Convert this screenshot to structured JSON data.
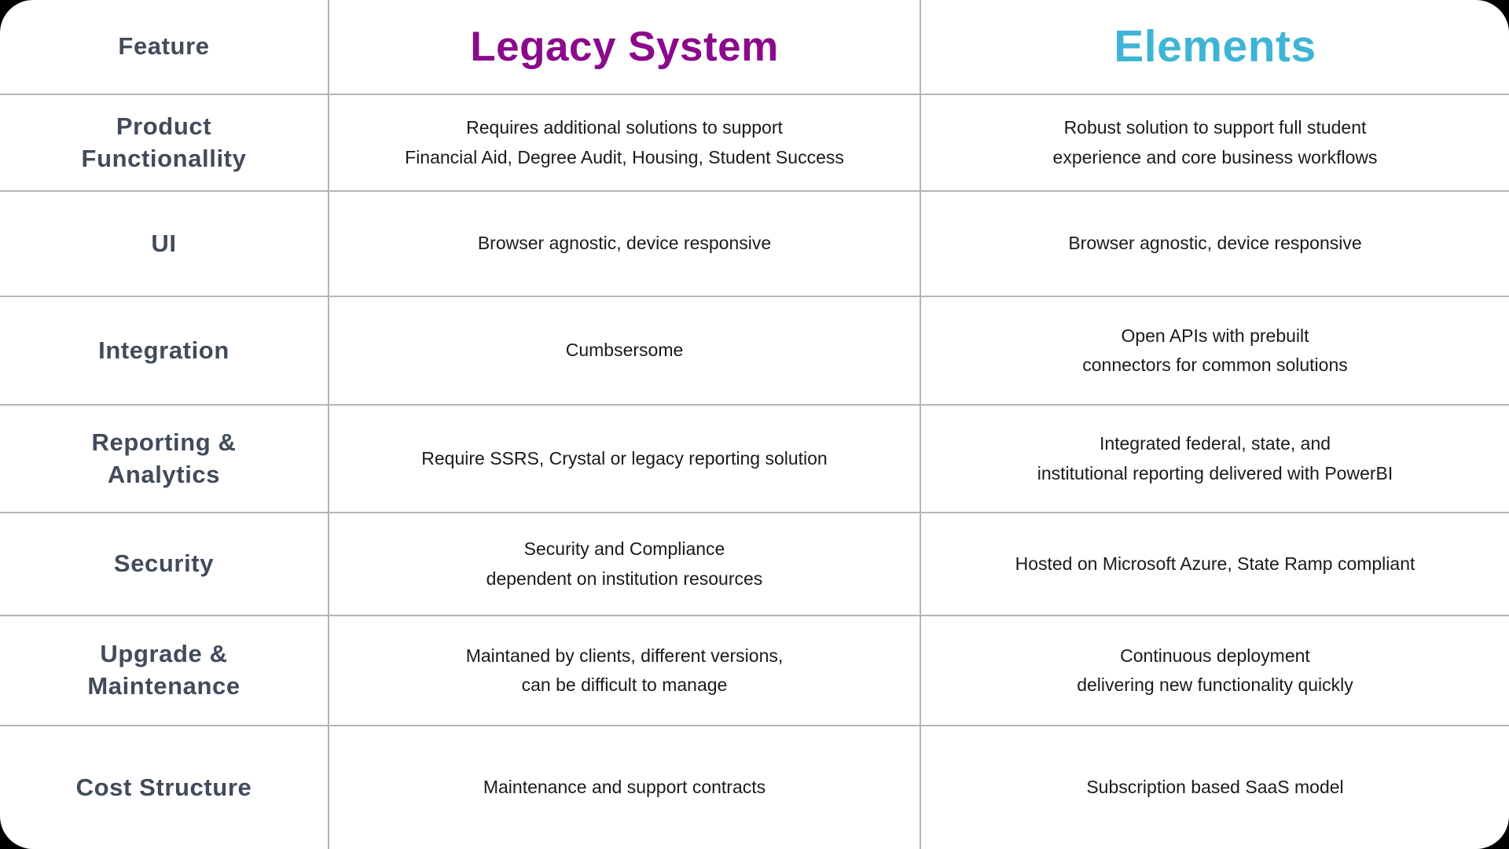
{
  "table": {
    "columns": [
      {
        "key": "feature",
        "label": "Feature",
        "color": "#414b5a"
      },
      {
        "key": "legacy",
        "label": "Legacy System",
        "color": "#8b0a8b"
      },
      {
        "key": "elements",
        "label": "Elements",
        "color": "#3fb5d5"
      }
    ],
    "rows": [
      {
        "feature": "Product\nFunctionallity",
        "feature_line1": "Product",
        "feature_line2": "Functionallity",
        "legacy_line1": "Requires additional solutions to support",
        "legacy_line2": "Financial Aid, Degree Audit, Housing, Student Success",
        "elements_line1": "Robust solution to support full student",
        "elements_line2": "experience and core business workflows"
      },
      {
        "feature_line1": "UI",
        "feature_line2": "",
        "legacy_line1": "Browser agnostic, device responsive",
        "legacy_line2": "",
        "elements_line1": "Browser agnostic, device responsive",
        "elements_line2": ""
      },
      {
        "feature_line1": "Integration",
        "feature_line2": "",
        "legacy_line1": "Cumbsersome",
        "legacy_line2": "",
        "elements_line1": "Open APIs with prebuilt",
        "elements_line2": "connectors for common solutions"
      },
      {
        "feature_line1": "Reporting &",
        "feature_line2": "Analytics",
        "legacy_line1": "Require SSRS, Crystal or legacy reporting solution",
        "legacy_line2": "",
        "elements_line1": "Integrated federal, state, and",
        "elements_line2": "institutional reporting delivered with PowerBI"
      },
      {
        "feature_line1": "Security",
        "feature_line2": "",
        "legacy_line1": "Security and Compliance",
        "legacy_line2": "dependent on institution resources",
        "elements_line1": "Hosted on Microsoft Azure, State Ramp compliant",
        "elements_line2": ""
      },
      {
        "feature_line1": "Upgrade &",
        "feature_line2": "Maintenance",
        "legacy_line1": "Maintaned by clients, different versions,",
        "legacy_line2": "can be difficult to manage",
        "elements_line1": "Continuous deployment",
        "elements_line2": "delivering new functionality quickly"
      },
      {
        "feature_line1": "Cost Structure",
        "feature_line2": "",
        "legacy_line1": "Maintenance and support contracts",
        "legacy_line2": "",
        "elements_line1": "Subscription based SaaS model",
        "elements_line2": ""
      }
    ]
  },
  "style": {
    "page_background": "#000000",
    "table_background": "#ffffff",
    "divider_color": "#b5b5b5",
    "body_text_color": "#1a1a1a"
  }
}
